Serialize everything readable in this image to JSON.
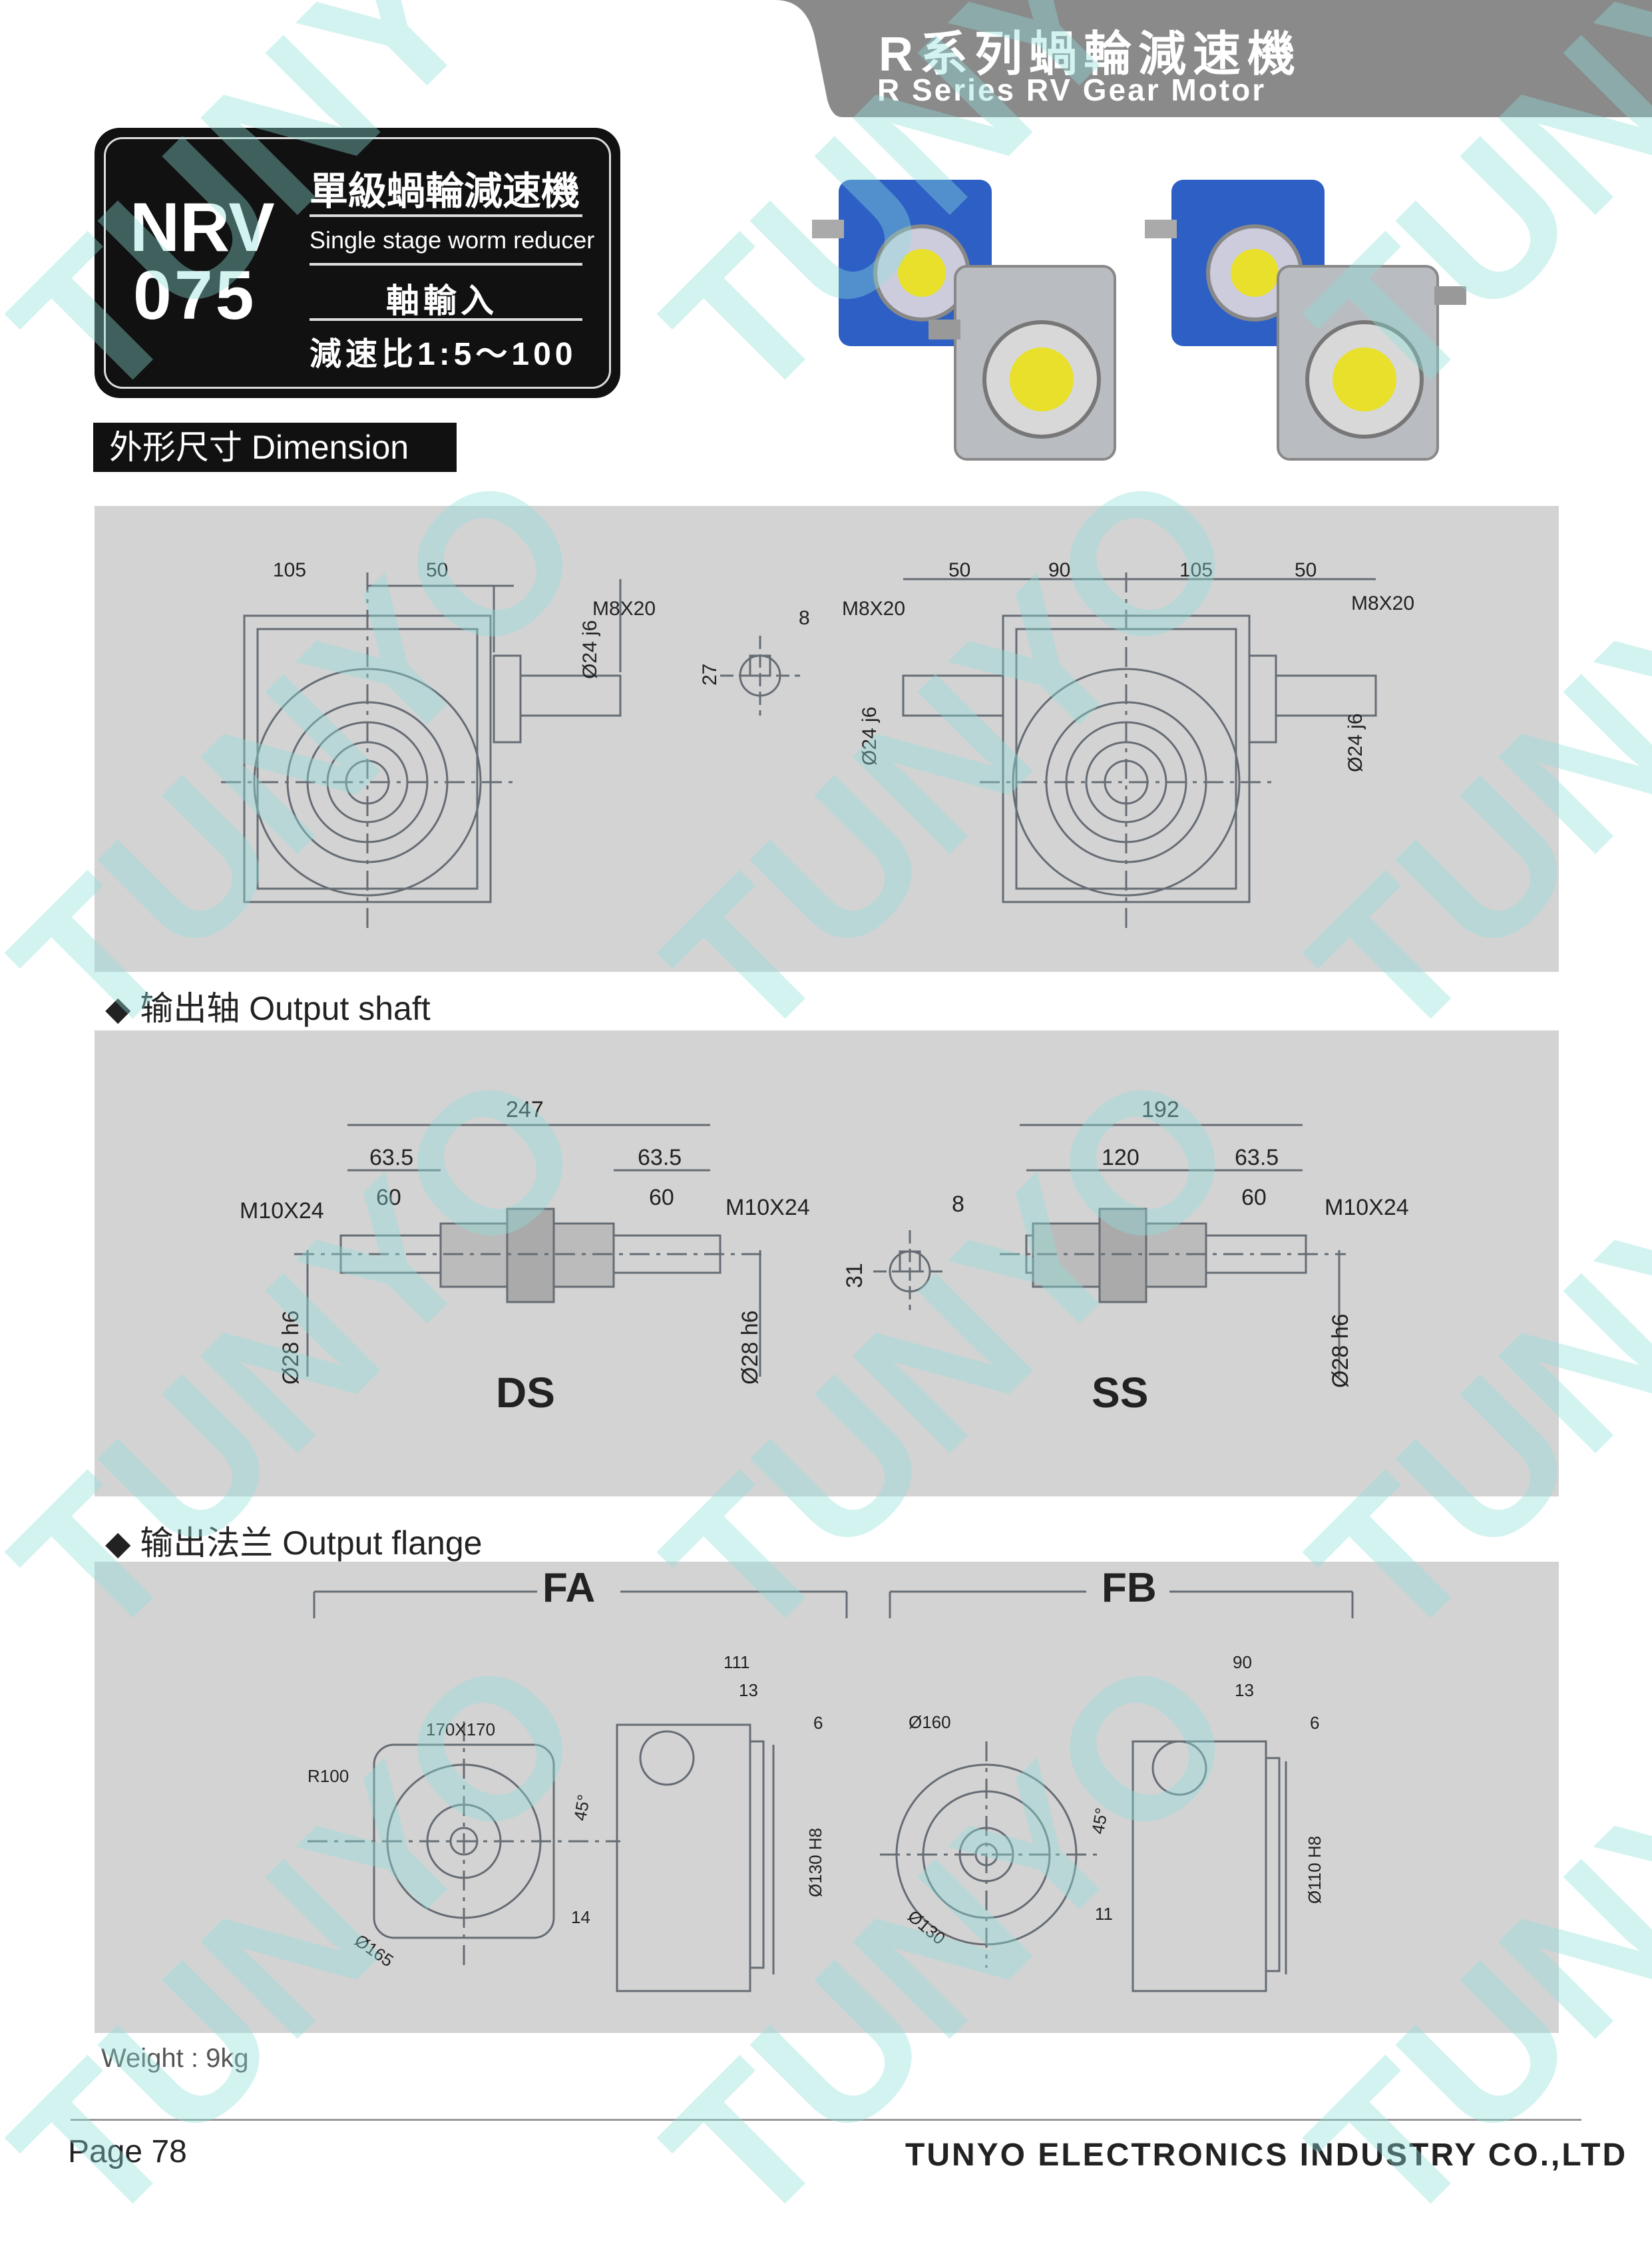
{
  "header": {
    "title_cn": "R系列蝸輪減速機",
    "title_en": "R Series RV Gear Motor"
  },
  "badge": {
    "model_line1": "NRV",
    "model_line2": "075",
    "type_cn": "單級蝸輪減速機",
    "type_en": "Single stage worm reducer",
    "input_cn": "軸輸入",
    "ratio": "減速比1:5～100"
  },
  "dimension_tag": "外形尺寸 Dimension",
  "sections": {
    "output_shaft": "◆ 输出轴 Output shaft",
    "output_flange": "◆ 输出法兰 Output flange"
  },
  "panel1": {
    "left_view": {
      "dim_a": "105",
      "dim_b": "50",
      "thread": "M8X20",
      "shaft": "Ø24 j6"
    },
    "key_detail": {
      "width": "8",
      "height": "27"
    },
    "right_view": {
      "dim_a": "50",
      "dim_b": "90",
      "dim_c": "105",
      "dim_d": "50",
      "thread_left": "M8X20",
      "thread_right": "M8X20",
      "shaft_left": "Ø24 j6",
      "shaft_right": "Ø24 j6"
    }
  },
  "panel2": {
    "ds": {
      "label": "DS",
      "total": "247",
      "left_a": "63.5",
      "left_b": "60",
      "right_a": "63.5",
      "right_b": "60",
      "thread_left": "M10X24",
      "thread_right": "M10X24",
      "shaft_left": "Ø28 h6",
      "shaft_right": "Ø28 h6"
    },
    "key_detail": {
      "width": "8",
      "height": "31"
    },
    "ss": {
      "label": "SS",
      "total": "192",
      "left_a": "120",
      "right_a": "63.5",
      "right_b": "60",
      "thread": "M10X24",
      "shaft": "Ø28 h6"
    }
  },
  "panel3": {
    "fa": {
      "label": "FA",
      "square": "170X170",
      "radius": "R100",
      "pcd": "Ø165",
      "angle": "45°",
      "hole": "14",
      "depth_total": "111",
      "depth_a": "13",
      "depth_b": "6",
      "spigot": "Ø130 H8"
    },
    "fb": {
      "label": "FB",
      "outer": "Ø160",
      "pcd": "Ø130",
      "angle": "45°",
      "hole": "11",
      "depth_total": "90",
      "depth_a": "13",
      "depth_b": "6",
      "spigot": "Ø110 H8"
    }
  },
  "weight": "Weight : 9kg",
  "footer": {
    "page": "Page 78",
    "company": "TUNYO ELECTRONICS INDUSTRY CO.,LTD"
  },
  "watermark": "TUNYO",
  "colors": {
    "header_tab": "#8a8a8a",
    "panel": "#d3d3d3",
    "drawing_line": "#666c74",
    "watermark": "#8ee0dc",
    "reducer_blue": "#2d5fc4",
    "reducer_silver": "#b9bcc0",
    "flange_yellow": "#e8e02a"
  }
}
